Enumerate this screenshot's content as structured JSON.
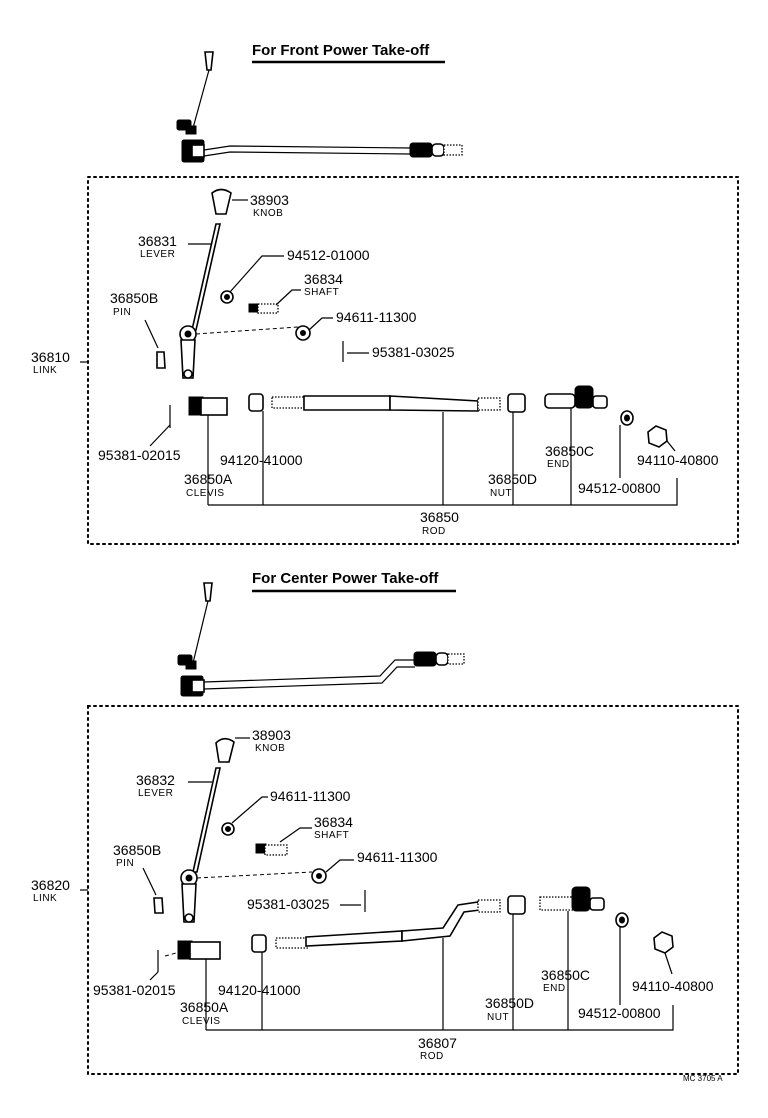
{
  "front": {
    "title": "For Front Power Take-off",
    "assembly": {
      "num": "36810",
      "name": "LINK"
    },
    "knob": {
      "num": "38903",
      "name": "KNOB"
    },
    "lever": {
      "num": "36831",
      "name": "LEVER"
    },
    "washer_top": {
      "num": "94512-01000"
    },
    "shaft": {
      "num": "36834",
      "name": "SHAFT"
    },
    "pin": {
      "num": "36850B",
      "name": "PIN"
    },
    "washer_shaft": {
      "num": "94611-11300"
    },
    "cotter_shaft": {
      "num": "95381-03025"
    },
    "cotter_clevis": {
      "num": "95381-02015"
    },
    "clevis": {
      "num": "36850A",
      "name": "CLEVIS"
    },
    "nut_clevis": {
      "num": "94120-41000"
    },
    "rod": {
      "num": "36850",
      "name": "ROD"
    },
    "nut_rod": {
      "num": "36850D",
      "name": "NUT"
    },
    "end": {
      "num": "36850C",
      "name": "END"
    },
    "washer_end": {
      "num": "94512-00800"
    },
    "nut_end": {
      "num": "94110-40800"
    }
  },
  "center": {
    "title": "For Center Power Take-off",
    "assembly": {
      "num": "36820",
      "name": "LINK"
    },
    "knob": {
      "num": "38903",
      "name": "KNOB"
    },
    "lever": {
      "num": "36832",
      "name": "LEVER"
    },
    "washer_top": {
      "num": "94611-11300"
    },
    "shaft": {
      "num": "36834",
      "name": "SHAFT"
    },
    "pin": {
      "num": "36850B",
      "name": "PIN"
    },
    "washer_shaft": {
      "num": "94611-11300"
    },
    "cotter_shaft": {
      "num": "95381-03025"
    },
    "cotter_clevis": {
      "num": "95381-02015"
    },
    "clevis": {
      "num": "36850A",
      "name": "CLEVIS"
    },
    "nut_clevis": {
      "num": "94120-41000"
    },
    "rod": {
      "num": "36807",
      "name": "ROD"
    },
    "nut_rod": {
      "num": "36850D",
      "name": "NUT"
    },
    "end": {
      "num": "36850C",
      "name": "END"
    },
    "washer_end": {
      "num": "94512-00800"
    },
    "nut_end": {
      "num": "94110-40800"
    }
  },
  "drawing_code": "MC 3705 A"
}
